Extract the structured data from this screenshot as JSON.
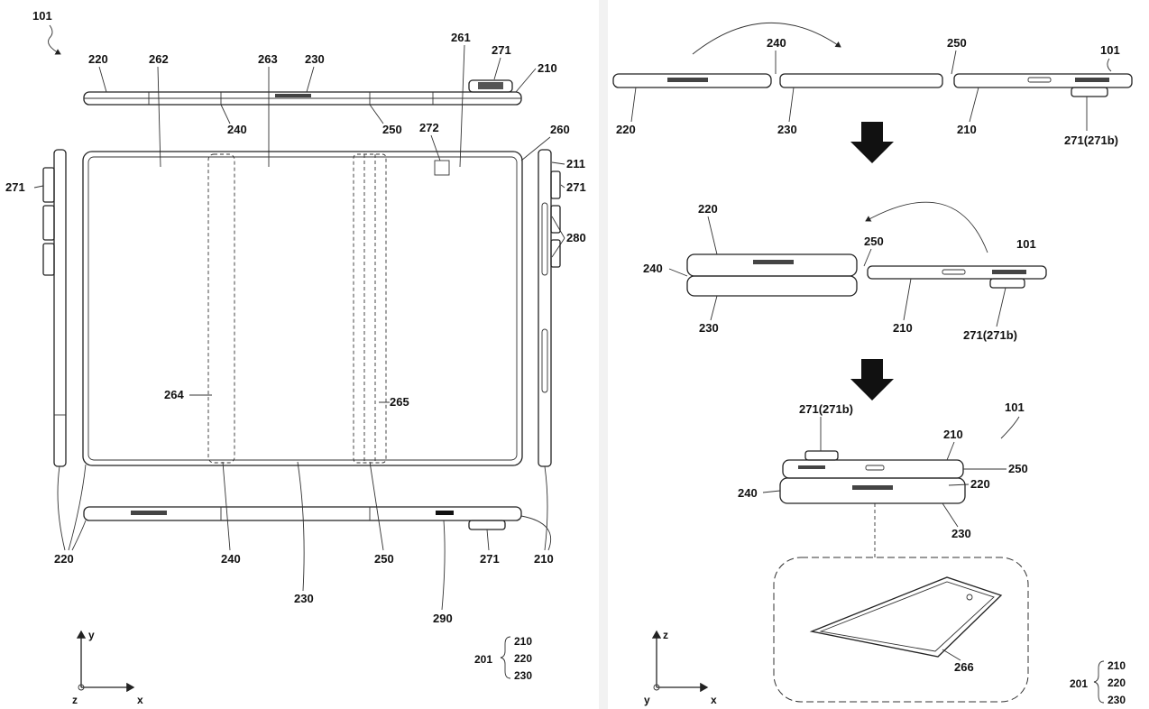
{
  "left_figure": {
    "device_ref": "101",
    "top_labels": [
      "220",
      "262",
      "263",
      "230",
      "261",
      "271",
      "210"
    ],
    "under_top": [
      "240",
      "250"
    ],
    "display_labels": [
      "272",
      "260",
      "211",
      "271",
      "271",
      "280",
      "264",
      "265"
    ],
    "bottom_labels": [
      "220",
      "240",
      "250",
      "271",
      "210",
      "230",
      "290"
    ],
    "axes": {
      "y": "y",
      "z": "z",
      "x": "x"
    },
    "housing_legend": {
      "ref": "201",
      "items": [
        "210",
        "220",
        "230"
      ]
    }
  },
  "right_figure": {
    "step1": {
      "labels": [
        "240",
        "250",
        "101",
        "220",
        "230",
        "210",
        "271(271b)"
      ]
    },
    "step2": {
      "labels": [
        "220",
        "250",
        "101",
        "240",
        "230",
        "210",
        "271(271b)"
      ]
    },
    "step3": {
      "labels": [
        "271(271b)",
        "210",
        "101",
        "250",
        "240",
        "220",
        "230",
        "266"
      ]
    },
    "axes": {
      "z": "z",
      "y": "y",
      "x": "x"
    },
    "housing_legend": {
      "ref": "201",
      "items": [
        "210",
        "220",
        "230"
      ]
    }
  }
}
